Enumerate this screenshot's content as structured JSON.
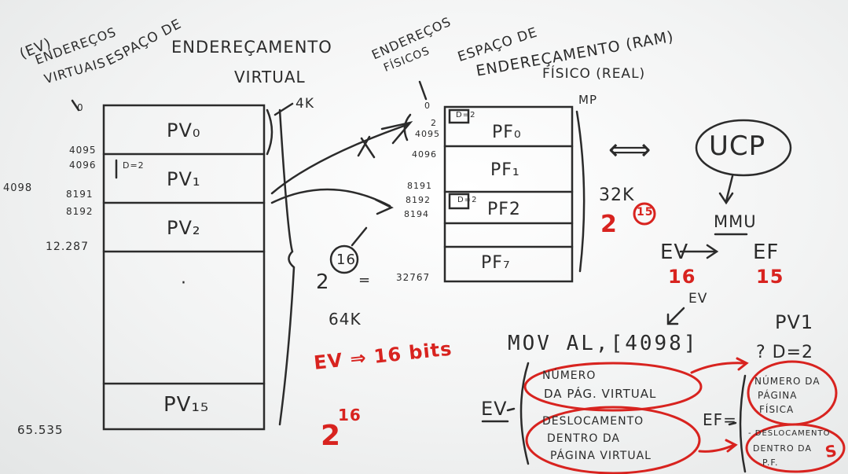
{
  "board": {
    "top_left": {
      "ev_label": "(EV)",
      "enderecos": "ENDEREÇOS",
      "virtuais": "VIRTUAIS",
      "espaco_de": "ESPAÇO DE",
      "enderecamento": "ENDEREÇAMENTO",
      "virtual": "VIRTUAL",
      "size_4k": "4K"
    },
    "top_middle": {
      "enderecos": "ENDEREÇOS",
      "fisicos": "FÍSICOS",
      "espaco_de": "ESPAÇO DE",
      "enderecamento_ram": "ENDEREÇAMENTO (RAM)",
      "fisico_real": "FÍSICO (REAL)",
      "mp": "MP"
    },
    "virtual_pages": [
      "PV₀",
      "PV₁",
      "PV₂",
      "·",
      "PV₁₅"
    ],
    "virtual_addresses": [
      "0",
      "4095",
      "4096",
      "4098",
      "8191",
      "8192",
      "12.287",
      "65.535"
    ],
    "virtual_offset_note": "D=2",
    "physical_pages": [
      "PF₀",
      "PF₁",
      "PF2",
      "PF₇"
    ],
    "physical_addresses": [
      "0",
      "2",
      "4095",
      "4096",
      "8191",
      "8192",
      "8194",
      "32767"
    ],
    "physical_offset_notes": [
      "D=2",
      "D=2"
    ],
    "size_notes": {
      "pow16": "2",
      "exp16": "16",
      "equals": "=",
      "k64": "64K",
      "k32": "32K",
      "pow15_base": "2",
      "exp15": "15"
    },
    "ev_bits": {
      "text": "EV ⇒ 16 bits",
      "pow": "2",
      "exp": "16"
    },
    "cpu": {
      "ucp": "UCP",
      "arrow": "⟺",
      "mmu": "MMU",
      "ev": "EV",
      "ef": "EF",
      "ev_bits": "16",
      "ef_bits": "15",
      "ev_note": "EV"
    },
    "instruction": "MOV AL,[4098]",
    "ev_fields": {
      "label": "EV",
      "page_number": [
        "NÚMERO",
        "DA PÁG. VIRTUAL"
      ],
      "offset": [
        "DESLOCAMENTO",
        "DENTRO DA",
        "PÁGINA VIRTUAL"
      ]
    },
    "ef_fields": {
      "label": "EF=",
      "pv1": "PV1",
      "question_d2": "? D=2",
      "page_number": [
        "NÚMERO DA",
        "PÁGINA",
        "FÍSICA"
      ],
      "offset": [
        "- DESLOCAMENTO",
        "DENTRO DA",
        "P.F."
      ]
    },
    "logo": "S"
  },
  "colors": {
    "marker_black": "#2b2b2b",
    "marker_red": "#d8231f",
    "board_white": "#f4f5f5"
  }
}
